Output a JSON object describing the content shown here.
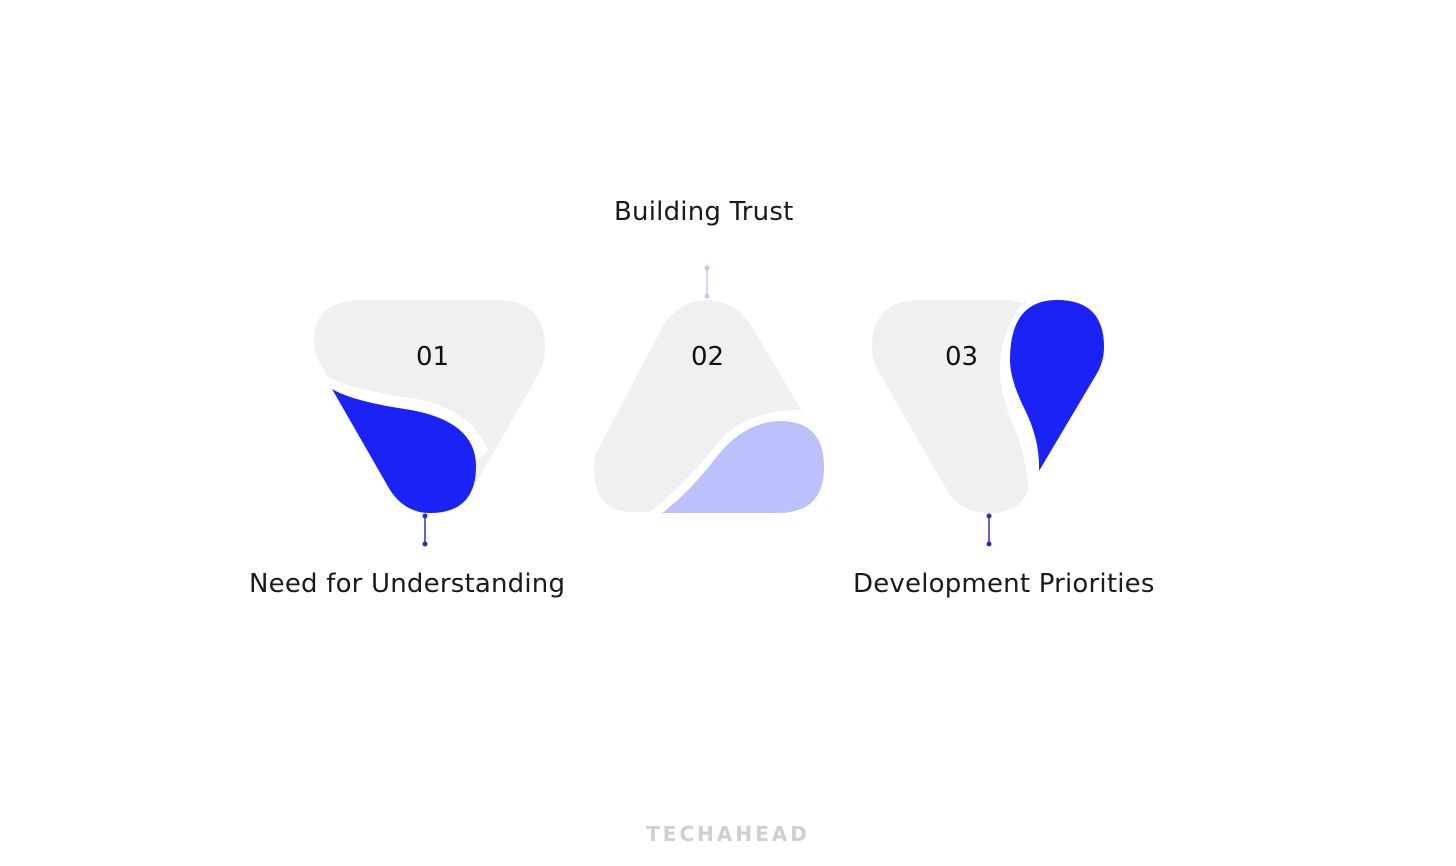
{
  "steps": [
    {
      "number": "01",
      "label": "Need for Understanding"
    },
    {
      "number": "02",
      "label": "Building Trust"
    },
    {
      "number": "03",
      "label": "Development Priorities"
    }
  ],
  "brand": "TECHAHEAD",
  "colors": {
    "shape_gray": "#f0f0f0",
    "accent_blue": "#1a22f5",
    "accent_light": "#bcc1fb",
    "connector_dark": "#2a2fb8",
    "connector_light": "#c4c8f0",
    "text": "#1a1a1a",
    "brand_gray": "#cfcfcf"
  }
}
